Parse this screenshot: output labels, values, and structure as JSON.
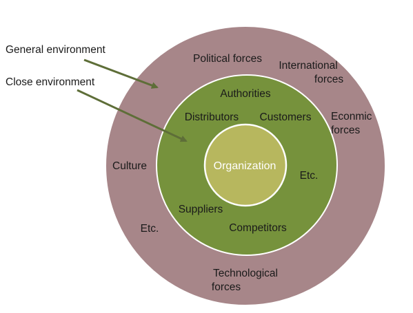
{
  "labels": {
    "general_environment": "General environment",
    "close_environment": "Close environment"
  },
  "outer_ring": {
    "political": "Political forces",
    "international_line1": "International",
    "international_line2": "forces",
    "economic_line1": "Econmic",
    "economic_line2": "forces",
    "culture": "Culture",
    "etc": "Etc.",
    "technological_line1": "Technological",
    "technological_line2": "forces"
  },
  "inner_ring": {
    "authorities": "Authorities",
    "distributors": "Distributors",
    "customers": "Customers",
    "etc": "Etc.",
    "suppliers": "Suppliers",
    "competitors": "Competitors"
  },
  "center": {
    "organization": "Organization"
  },
  "colors": {
    "outer_fill": "#a78689",
    "inner_fill": "#76923c",
    "center_fill": "#b7b75e",
    "ring_stroke": "#ffffff",
    "arrow": "#5e6e38"
  }
}
